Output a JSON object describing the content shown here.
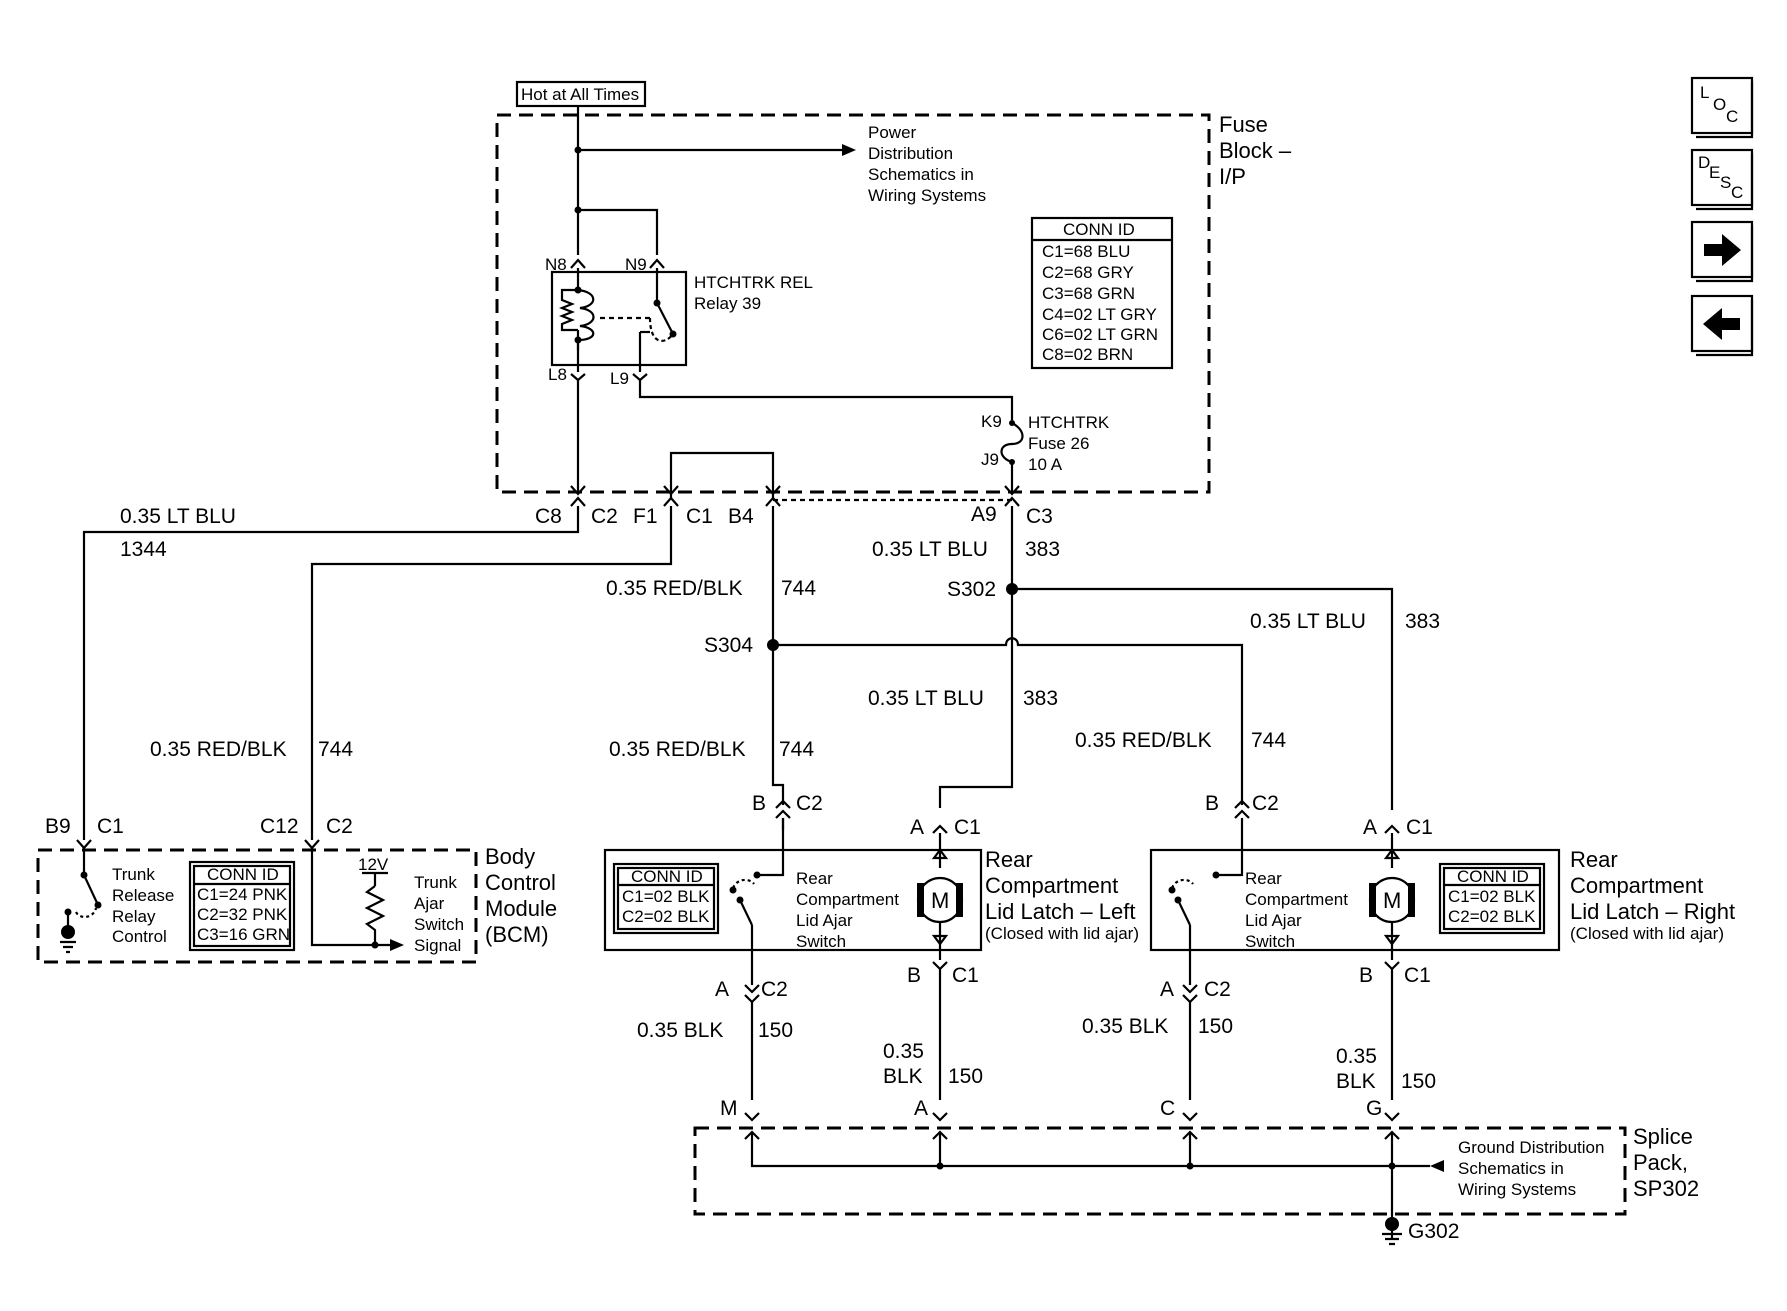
{
  "hot_label": "Hot at All Times",
  "fuse_block": {
    "l1": "Fuse",
    "l2": "Block –",
    "l3": "I/P"
  },
  "power_dist": [
    "Power",
    "Distribution",
    "Schematics in",
    "Wiring Systems"
  ],
  "fuse_conn": {
    "title": "CONN ID",
    "rows": [
      "C1=68 BLU",
      "C2=68 GRY",
      "C3=68 GRN",
      "C4=02 LT GRY",
      "C6=02 LT GRN",
      "C8=02 BRN"
    ]
  },
  "relay": {
    "name": "HTCHTRK REL",
    "num": "Relay 39",
    "n8": "N8",
    "n9": "N9",
    "l8": "L8",
    "l9": "L9"
  },
  "fuse": {
    "k9": "K9",
    "j9": "J9",
    "name": "HTCHTRK",
    "num": "Fuse 26",
    "amp": "10 A"
  },
  "term": {
    "c8": "C8",
    "c2": "C2",
    "f1": "F1",
    "c1": "C1",
    "b4": "B4",
    "a9": "A9",
    "c3": "C3"
  },
  "wire": {
    "ltblu": "0.35 LT BLU",
    "redblk": "0.35 RED/BLK",
    "blk": "0.35 BLK",
    "n035": "0.35",
    "blk_only": "BLK",
    "c1344": "1344",
    "c744": "744",
    "c383": "383",
    "c150": "150"
  },
  "splice": {
    "s302": "S302",
    "s304": "S304"
  },
  "bcm": {
    "l1": "Body",
    "l2": "Control",
    "l3": "Module",
    "l4": "(BCM)",
    "b9": "B9",
    "c1": "C1",
    "c12": "C12",
    "c2": "C2",
    "relay_lines": [
      "Trunk",
      "Release",
      "Relay",
      "Control"
    ],
    "switch_lines": [
      "Trunk",
      "Ajar",
      "Switch",
      "Signal"
    ],
    "v12": "12V",
    "conn_title": "CONN ID",
    "conn_rows": [
      "C1=24 PNK",
      "C2=32 PNK",
      "C3=16 GRN"
    ]
  },
  "latch_left": {
    "l1": "Rear",
    "l2": "Compartment",
    "l3": "Lid Latch – Left",
    "note": "(Closed with lid ajar)",
    "sw_lines": [
      "Rear",
      "Compartment",
      "Lid Ajar",
      "Switch"
    ],
    "conn_title": "CONN ID",
    "conn_rows": [
      "C1=02 BLK",
      "C2=02 BLK"
    ],
    "b": "B",
    "c2": "C2",
    "a": "A",
    "c1": "C1",
    "motor": "M"
  },
  "latch_right": {
    "l1": "Rear",
    "l2": "Compartment",
    "l3": "Lid Latch – Right",
    "note": "(Closed with lid ajar)",
    "sw_lines": [
      "Rear",
      "Compartment",
      "Lid Ajar",
      "Switch"
    ],
    "conn_title": "CONN ID",
    "conn_rows": [
      "C1=02 BLK",
      "C2=02 BLK"
    ],
    "b": "B",
    "c2": "C2",
    "a": "A",
    "c1": "C1",
    "motor": "M"
  },
  "bottom_pins": {
    "a": "A",
    "c2": "C2",
    "b": "B",
    "c1": "C1"
  },
  "splice_pack": {
    "l1": "Splice",
    "l2": "Pack,",
    "l3": "SP302",
    "m": "M",
    "a": "A",
    "c": "C",
    "g": "G",
    "ground_lines": [
      "Ground Distribution",
      "Schematics in",
      "Wiring Systems"
    ],
    "g302": "G302"
  },
  "nav": {
    "loc": [
      "L",
      "O",
      "C"
    ],
    "desc": [
      "D",
      "E",
      "S",
      "C"
    ],
    "next": "next-arrow-icon",
    "prev": "prev-arrow-icon"
  }
}
